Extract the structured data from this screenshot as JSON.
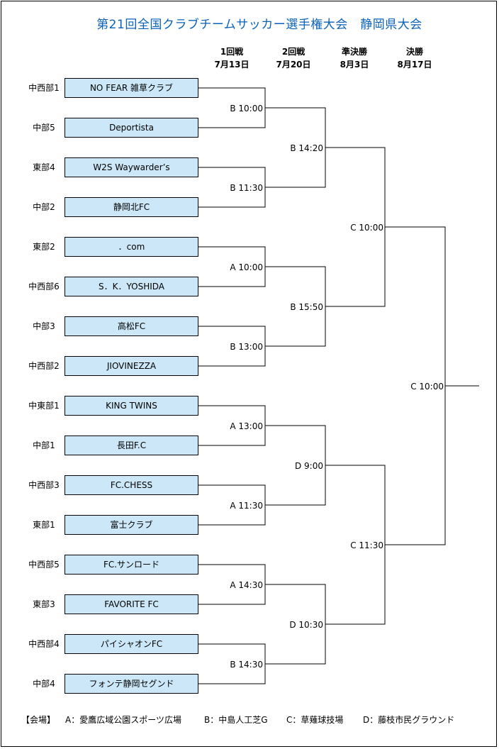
{
  "title": "第21回全国クラブチームサッカー選手権大会　静岡県大会",
  "rounds": [
    {
      "name": "1回戦",
      "date": "7月13日"
    },
    {
      "name": "2回戦",
      "date": "7月20日"
    },
    {
      "name": "準決勝",
      "date": "8月3日"
    },
    {
      "name": "決勝",
      "date": "8月17日"
    }
  ],
  "teams": [
    {
      "region": "中西部1",
      "name": "NO  FEAR  雑草クラブ"
    },
    {
      "region": "中部5",
      "name": "Deportista"
    },
    {
      "region": "東部4",
      "name": "W2S  Waywarder’s"
    },
    {
      "region": "中部2",
      "name": "静岡北FC"
    },
    {
      "region": "東部2",
      "name": "．com"
    },
    {
      "region": "中西部6",
      "name": "S．K．YOSHIDA"
    },
    {
      "region": "中部3",
      "name": "高松FC"
    },
    {
      "region": "中西部2",
      "name": "JIOVINEZZA"
    },
    {
      "region": "中東部1",
      "name": "KING  TWINS"
    },
    {
      "region": "中部1",
      "name": "長田F.C"
    },
    {
      "region": "中西部3",
      "name": "FC.CHESS"
    },
    {
      "region": "東部1",
      "name": "富士クラブ"
    },
    {
      "region": "中西部5",
      "name": "FC.サンロード"
    },
    {
      "region": "東部3",
      "name": "FAVORITE  FC"
    },
    {
      "region": "中西部4",
      "name": "パイシャオンFC"
    },
    {
      "region": "中部4",
      "name": "フォンテ静岡セグンド"
    }
  ],
  "matches": {
    "r1": [
      "B  10:00",
      "B  11:30",
      "A  10:00",
      "B  13:00",
      "A  13:00",
      "A  11:30",
      "A  14:30",
      "B  14:30"
    ],
    "r2": [
      "B  14:20",
      "B  15:50",
      "D  9:00",
      "D  10:30"
    ],
    "sf": [
      "C  10:00",
      "C  11:30"
    ],
    "final": "C  10:00"
  },
  "legend": {
    "label": "【会場】",
    "venues": [
      "A：愛鷹広域公園スポーツ広場",
      "B：中島人工芝G",
      "C：草薙球技場",
      "D：藤枝市民グラウンド"
    ]
  }
}
